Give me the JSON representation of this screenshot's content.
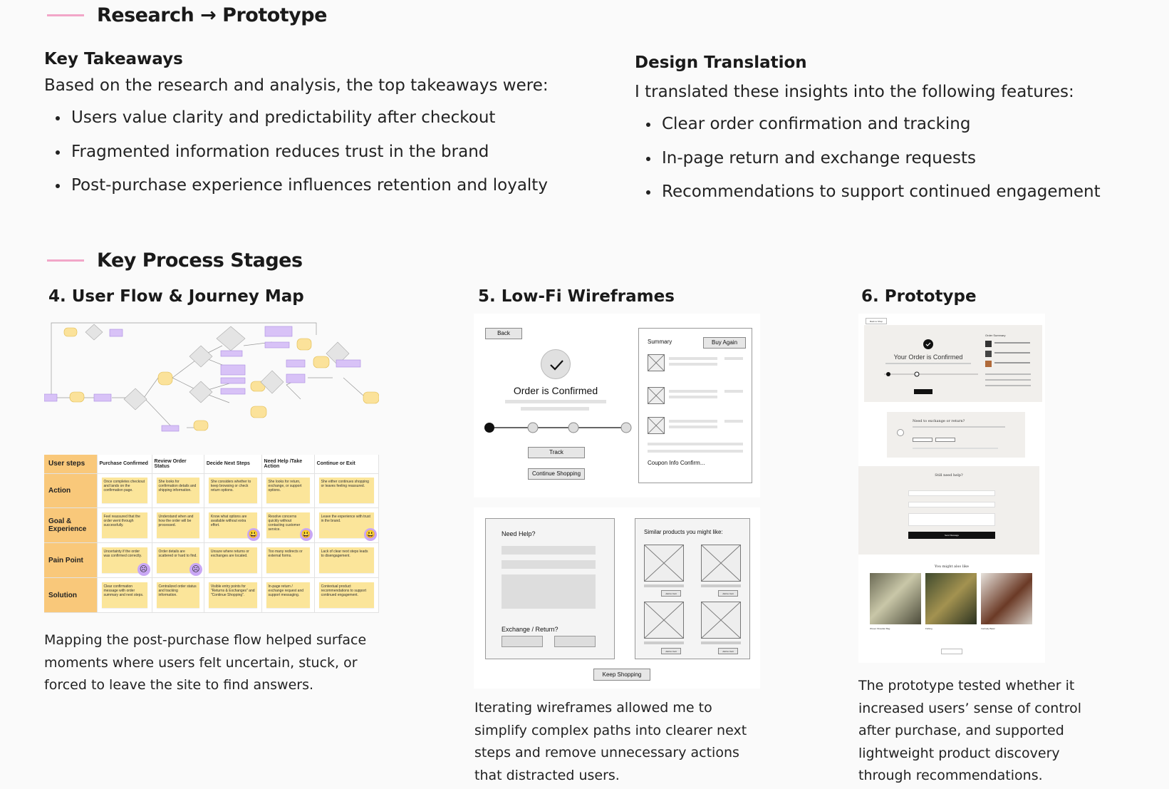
{
  "section1": {
    "title": "Research → Prototype"
  },
  "takeaways": {
    "heading": "Key Takeaways",
    "intro": "Based on the research and analysis, the top takeaways were:",
    "items": [
      "Users value clarity and predictability after checkout",
      "Fragmented information reduces trust in the brand",
      "Post-purchase experience influences retention and loyalty"
    ]
  },
  "translation": {
    "heading": "Design Translation",
    "intro": "I translated these insights into the following features:",
    "items": [
      "Clear order confirmation and tracking",
      "In-page return and exchange requests",
      "Recommendations to support continued engagement"
    ]
  },
  "section2": {
    "title": "Key Process Stages"
  },
  "stage4": {
    "heading": "4. User  Flow & Journey Map",
    "caption": [
      "Mapping the post-purchase flow helped surface",
      "moments where users felt uncertain, stuck, or",
      "forced to leave the site to find answers."
    ],
    "journey": {
      "corner": "User steps",
      "columns": [
        "Purchase Confirmed",
        "Review Order Status",
        "Decide Next Steps",
        "Need Help /Take Action",
        "Continue or Exit"
      ],
      "rows": [
        {
          "label": "Action",
          "notes": [
            "Once completes checkout and lands on the confirmation page.",
            "She looks for confirmation details and shipping information.",
            "She considers whether to keep browsing or check return options.",
            "She looks for return, exchange, or support options.",
            "She either continues shopping or leaves feeling reassured."
          ]
        },
        {
          "label": "Goal & Experience",
          "notes": [
            "Feel reassured that the order went through successfully.",
            "Understand when and how the order will be processed.",
            "Know what options are available without extra effort.",
            "Resolve concerns quickly without contacting customer service.",
            "Leave the experience with trust in the brand."
          ]
        },
        {
          "label": "Pain Point",
          "notes": [
            "Uncertainty if the order was confirmed correctly.",
            "Order details are scattered or hard to find.",
            "Unsure where returns or exchanges are located.",
            "Too many redirects or external forms.",
            "Lack of clear next steps leads to disengagement."
          ]
        },
        {
          "label": "Solution",
          "notes": [
            "Clear confirmation message with order summary and next steps.",
            "Centralized order status and tracking information.",
            "Visible entry points for \"Returns & Exchanges\" and \"Continue Shopping\".",
            "In-page return / exchange request and support messaging.",
            "Contextual product recommendations to support continued engagement."
          ]
        }
      ],
      "emojis": {
        "happy": "😃",
        "sad": "☹"
      }
    }
  },
  "stage5": {
    "heading": "5. Low-Fi Wireframes",
    "caption": [
      "Iterating wireframes allowed me to",
      "simplify complex paths into clearer next",
      "steps and remove unnecessary actions",
      "that distracted users."
    ],
    "wf1": {
      "back": "Back",
      "confirmed": "Order is Confirmed",
      "track": "Track",
      "continue": "Continue Shopping",
      "summary": "Summary",
      "buy_again": "Buy Again",
      "coupon": "Coupon Info Confirm..."
    },
    "wf2": {
      "need_help": "Need Help?",
      "exchange": "Exchange / Return?",
      "similar": "Similar products you might like:",
      "add_to_cart": "Add to Cart",
      "keep_shopping": "Keep Shopping"
    }
  },
  "stage6": {
    "heading": "6. Prototype",
    "caption": [
      "The prototype tested whether it",
      "increased users’ sense of control",
      "after purchase, and supported",
      "lightweight product discovery",
      "through recommendations."
    ],
    "proto": {
      "back": "Back to Shop",
      "confirmed": "Your Order is Confirmed",
      "order_summary": "Order Summary",
      "exchange_q": "Need to exchange or return?",
      "still_help": "Still need help?",
      "send": "Send Message",
      "also_like": "You might also like",
      "products": [
        "Woven Shoulder Bag",
        "Fishing",
        "Ironbody Basic"
      ]
    }
  }
}
